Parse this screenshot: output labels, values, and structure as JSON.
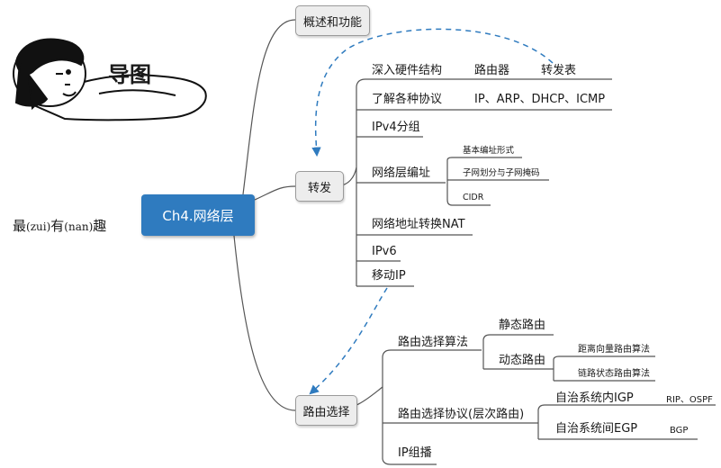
{
  "title": "导图",
  "central": "Ch4.网络层",
  "side_note": {
    "a": "最",
    "b": "(zui)",
    "c": "有",
    "d": "(nan)",
    "e": "趣"
  },
  "branches": {
    "overview": "概述和功能",
    "forwarding": {
      "label": "转发",
      "items": {
        "hardware": {
          "label": "深入硬件结构",
          "router": "路由器",
          "table": "转发表"
        },
        "protocols": {
          "label": "了解各种协议",
          "detail": "IP、ARP、DHCP、ICMP"
        },
        "ipv4": "IPv4分组",
        "addressing": {
          "label": "网络层编址",
          "children": [
            "基本编址形式",
            "子网划分与子网掩码",
            "CIDR"
          ]
        },
        "nat": "网络地址转换NAT",
        "ipv6": "IPv6",
        "mobile": "移动IP"
      }
    },
    "routing": {
      "label": "路由选择",
      "items": {
        "algorithms": {
          "label": "路由选择算法",
          "static": "静态路由",
          "dynamic": "动态路由",
          "dynamic_children": [
            "距离向量路由算法",
            "链路状态路由算法"
          ]
        },
        "protocols": {
          "label": "路由选择协议(层次路由)",
          "igp": "自治系统内IGP",
          "igp_detail": "RIP、OSPF",
          "egp": "自治系统间EGP",
          "egp_detail": "BGP"
        },
        "multicast": "IP组播"
      }
    }
  },
  "colors": {
    "central": "#2f7bbf",
    "dashed_arrow": "#2f7bbf",
    "line": "#555555"
  }
}
